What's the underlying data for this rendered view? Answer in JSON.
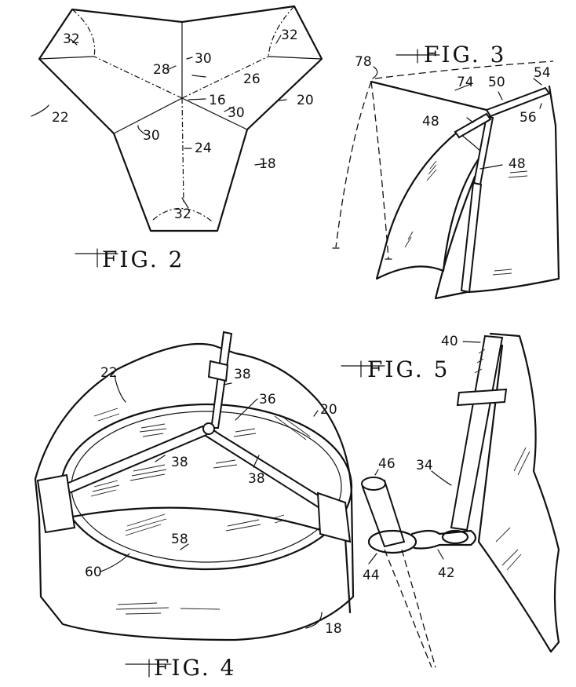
{
  "figures": {
    "fig2": {
      "caption": "FIG. 2",
      "labels": [
        "32",
        "32",
        "28",
        "30",
        "26",
        "16",
        "30",
        "22",
        "20",
        "30",
        "24",
        "18",
        "32"
      ]
    },
    "fig3": {
      "caption": "FIG. 3",
      "labels": [
        "78",
        "74",
        "50",
        "54",
        "48",
        "56",
        "48"
      ]
    },
    "fig4": {
      "caption": "FIG. 4",
      "labels": [
        "22",
        "38",
        "36",
        "20",
        "38",
        "38",
        "58",
        "60",
        "18"
      ]
    },
    "fig5": {
      "caption": "FIG. 5",
      "labels": [
        "40",
        "34",
        "46",
        "44",
        "42"
      ]
    }
  }
}
